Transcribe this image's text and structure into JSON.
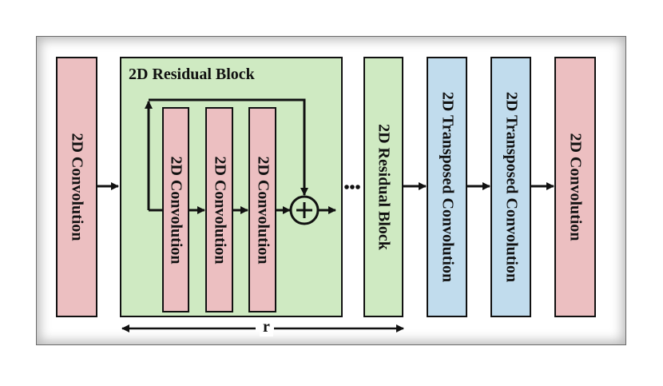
{
  "diagram": {
    "blocks": [
      {
        "id": "conv-in",
        "label": "2D Convolution",
        "type": "convolution",
        "color": "#ecbfc1"
      },
      {
        "id": "residual-1",
        "label": "2D Residual Block",
        "type": "residual",
        "color": "#cfeac2",
        "inner": [
          {
            "label": "2D Convolution",
            "color": "#ecbfc1"
          },
          {
            "label": "2D Convolution",
            "color": "#ecbfc1"
          },
          {
            "label": "2D Convolution",
            "color": "#ecbfc1"
          }
        ],
        "sum_symbol": "+"
      },
      {
        "id": "ellipsis",
        "label": "•••"
      },
      {
        "id": "residual-r",
        "label": "2D Residual Block",
        "type": "residual",
        "color": "#cfeac2"
      },
      {
        "id": "tconv-1",
        "label": "2D Transposed Convolution",
        "type": "transposed",
        "color": "#c1dced"
      },
      {
        "id": "tconv-2",
        "label": "2D Transposed Convolution",
        "type": "transposed",
        "color": "#c1dced"
      },
      {
        "id": "conv-out",
        "label": "2D Convolution",
        "type": "convolution",
        "color": "#ecbfc1"
      }
    ],
    "repeat_label": "r",
    "edges": [
      [
        "conv-in",
        "residual-1"
      ],
      [
        "residual-r",
        "tconv-1"
      ],
      [
        "tconv-1",
        "tconv-2"
      ],
      [
        "tconv-2",
        "conv-out"
      ]
    ]
  }
}
